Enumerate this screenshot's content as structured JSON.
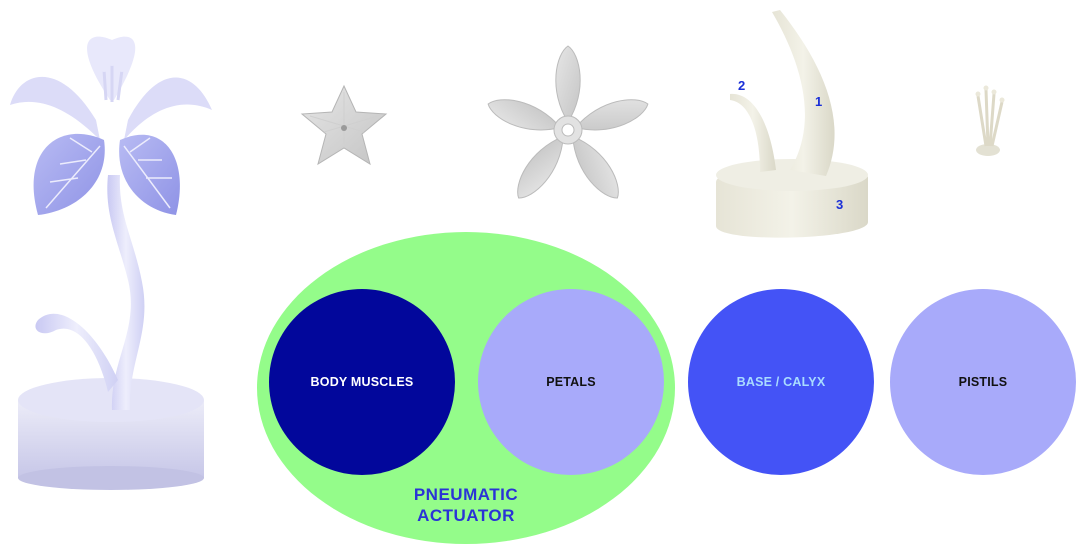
{
  "colors": {
    "background": "#ffffff",
    "group_fill": "#94fc8a",
    "body_muscles": "#02079b",
    "petals": "#a8aafa",
    "base_calyx": "#4453f6",
    "pistils": "#a8aafa",
    "dark_text_on_light": "#111111",
    "light_text_on_dark": "#ffffff",
    "base_label_text": "#a9dcff",
    "group_label_text": "#2a33d6",
    "number_text": "#1a2fd8"
  },
  "group": {
    "label_line1": "PNEUMATIC",
    "label_line2": "ACTUATOR"
  },
  "parts": {
    "body_muscles": "BODY MUSCLES",
    "petals": "PETALS",
    "base_calyx": "BASE / CALYX",
    "pistils": "PISTILS"
  },
  "callouts": {
    "n1": "1",
    "n2": "2",
    "n3": "3"
  },
  "images": {
    "assembled_flower": "assembled-flower-photo",
    "star_part": "star-shaped-part-photo",
    "petal_part": "five-petal-part-photo",
    "body_part": "body-and-base-part-photo",
    "pistil_part": "pistil-part-photo"
  }
}
